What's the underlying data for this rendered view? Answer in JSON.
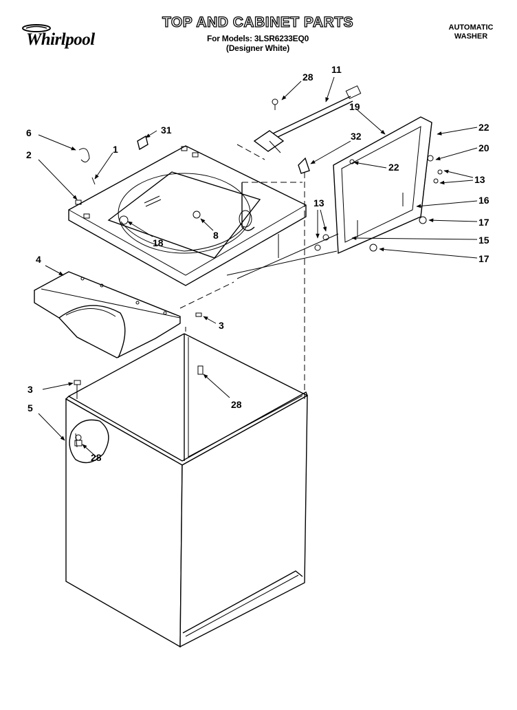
{
  "header": {
    "brand": "Whirlpool",
    "title": "TOP AND CABINET PARTS",
    "models_line": "For Models: 3LSR6233EQ0",
    "variant_line": "(Designer White)",
    "appliance_type_line1": "AUTOMATIC",
    "appliance_type_line2": "WASHER"
  },
  "callouts": [
    {
      "id": "c28a",
      "label": "28"
    },
    {
      "id": "c11",
      "label": "11"
    },
    {
      "id": "c19",
      "label": "19"
    },
    {
      "id": "c6",
      "label": "6"
    },
    {
      "id": "c31",
      "label": "31"
    },
    {
      "id": "c1",
      "label": "1"
    },
    {
      "id": "c2",
      "label": "2"
    },
    {
      "id": "c32",
      "label": "32"
    },
    {
      "id": "c22a",
      "label": "22"
    },
    {
      "id": "c22b",
      "label": "22"
    },
    {
      "id": "c20",
      "label": "20"
    },
    {
      "id": "c13a",
      "label": "13"
    },
    {
      "id": "c16",
      "label": "16"
    },
    {
      "id": "c13b",
      "label": "13"
    },
    {
      "id": "c17a",
      "label": "17"
    },
    {
      "id": "c15",
      "label": "15"
    },
    {
      "id": "c17b",
      "label": "17"
    },
    {
      "id": "c8",
      "label": "8"
    },
    {
      "id": "c18",
      "label": "18"
    },
    {
      "id": "c4",
      "label": "4"
    },
    {
      "id": "c3a",
      "label": "3"
    },
    {
      "id": "c28b",
      "label": "28"
    },
    {
      "id": "c3b",
      "label": "3"
    },
    {
      "id": "c5",
      "label": "5"
    },
    {
      "id": "c28c",
      "label": "28"
    }
  ]
}
